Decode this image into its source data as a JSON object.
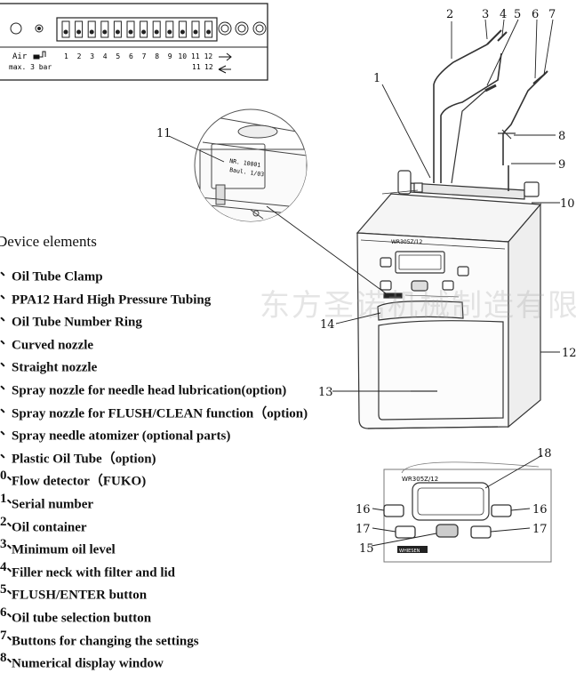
{
  "panel": {
    "air_label": "Air",
    "pressure_label": "max. 3 bar",
    "channel_numbers": [
      "1",
      "2",
      "3",
      "4",
      "5",
      "6",
      "7",
      "8",
      "9",
      "10",
      "11",
      "12"
    ],
    "extra_numbers": [
      "11",
      "12"
    ]
  },
  "serial_plate": {
    "line1": "NR. 10001",
    "line2": "Baul. 1/03"
  },
  "device": {
    "model": "WR305Z/12",
    "brand": "WHIESEN"
  },
  "callouts": [
    "1",
    "2",
    "3",
    "4",
    "5",
    "6",
    "7",
    "8",
    "9",
    "10",
    "11",
    "12",
    "13",
    "14",
    "15",
    "16",
    "16",
    "17",
    "17",
    "18"
  ],
  "legend": {
    "heading": "Device elements",
    "items": [
      {
        "num": "、",
        "text": "Oil Tube Clamp"
      },
      {
        "num": "、",
        "text": "PPA12 Hard High Pressure Tubing"
      },
      {
        "num": "、",
        "text": "Oil Tube Number Ring"
      },
      {
        "num": "、",
        "text": "Curved nozzle"
      },
      {
        "num": "、",
        "text": "Straight nozzle"
      },
      {
        "num": "、",
        "text": "Spray nozzle for needle head lubrication(option)"
      },
      {
        "num": "、",
        "text": "Spray nozzle for FLUSH/CLEAN function（option)"
      },
      {
        "num": "、",
        "text": "Spray needle atomizer (optional parts)"
      },
      {
        "num": "、",
        "text": "Plastic Oil Tube（option)"
      },
      {
        "num": "0、",
        "text": "Flow detector（FUKO)"
      },
      {
        "num": "1、",
        "text": "Serial number"
      },
      {
        "num": "2、",
        "text": "Oil container"
      },
      {
        "num": "3、",
        "text": "Minimum oil level"
      },
      {
        "num": "4、",
        "text": "Filler neck with filter and lid"
      },
      {
        "num": "5、",
        "text": "FLUSH/ENTER button"
      },
      {
        "num": "6、",
        "text": "Oil tube selection button"
      },
      {
        "num": "7、",
        "text": "Buttons for changing the settings"
      },
      {
        "num": "8、",
        "text": "Numerical display window"
      }
    ]
  },
  "watermark": "东方圣诺机械制造有限公司"
}
